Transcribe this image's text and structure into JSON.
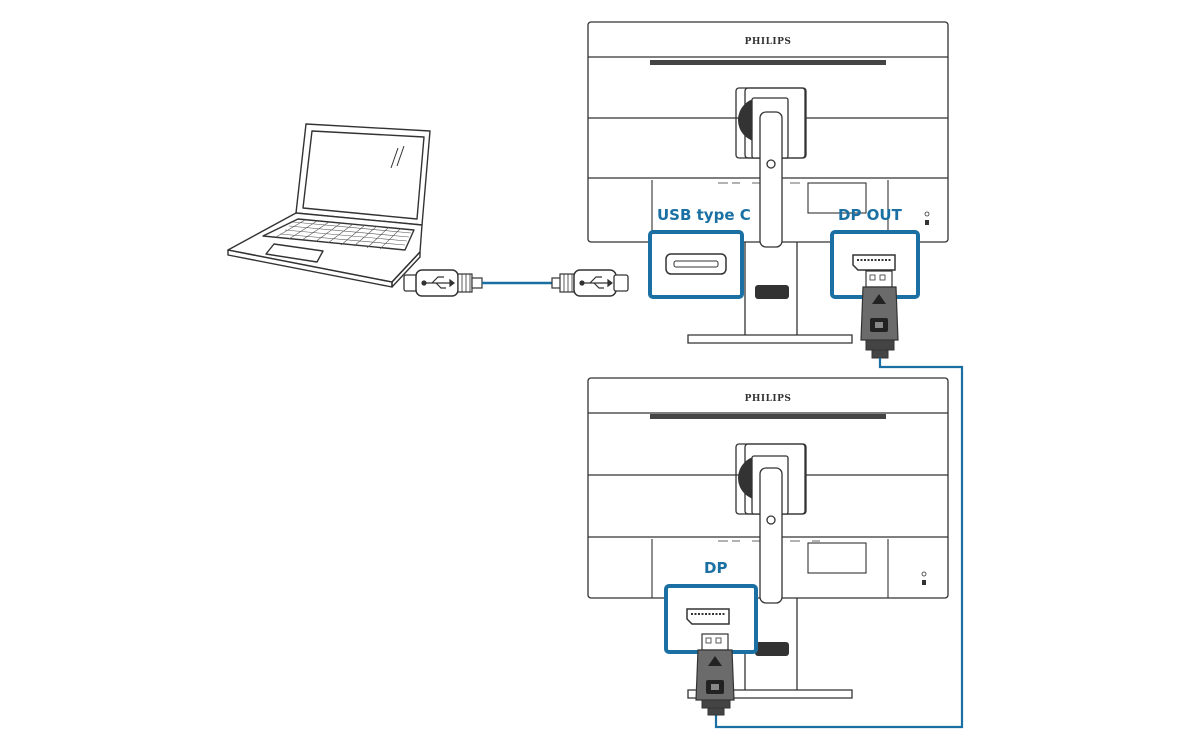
{
  "colors": {
    "accent": "#1a6fa3",
    "line": "#333333",
    "connector_fill": "#6b6b6b",
    "background": "#ffffff"
  },
  "monitor_top": {
    "brand": "PHILIPS",
    "port_label_left": "USB type C",
    "port_label_right": "DP OUT"
  },
  "monitor_bottom": {
    "brand": "PHILIPS",
    "port_label": "DP"
  },
  "icons": {
    "laptop": "laptop-icon",
    "usb_symbol": "usb-icon",
    "dp_plug": "displayport-plug-icon"
  }
}
